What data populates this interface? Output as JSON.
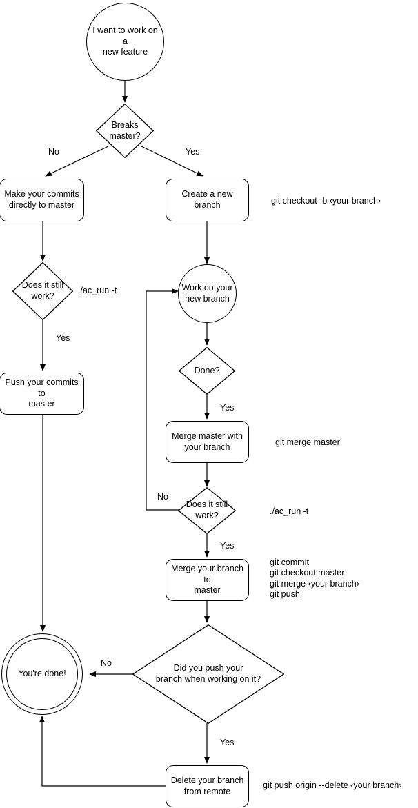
{
  "diagram": {
    "title": "Git branching workflow flowchart",
    "stroke_color": "#000000",
    "background_color": "#ffffff",
    "text_color": "#000000"
  },
  "nodes": {
    "start": {
      "label": "I want to work on a\nnew feature",
      "shape": "circle"
    },
    "breaks_master": {
      "label": "Breaks\nmaster?",
      "shape": "diamond"
    },
    "commits_to_master": {
      "label": "Make your commits\ndirectly to master",
      "shape": "rounded-rect"
    },
    "create_branch": {
      "label": "Create a new branch",
      "shape": "rounded-rect"
    },
    "does_it_work_left": {
      "label": "Does it still\nwork?",
      "shape": "diamond"
    },
    "push_commits": {
      "label": "Push your commits to\nmaster",
      "shape": "rounded-rect"
    },
    "work_on_branch": {
      "label": "Work on your\nnew branch",
      "shape": "circle"
    },
    "done": {
      "label": "Done?",
      "shape": "diamond"
    },
    "merge_master": {
      "label": "Merge master with\nyour branch",
      "shape": "rounded-rect"
    },
    "does_it_work_right": {
      "label": "Does it still\nwork?",
      "shape": "diamond"
    },
    "merge_branch": {
      "label": "Merge your branch to\nmaster",
      "shape": "rounded-rect"
    },
    "did_you_push": {
      "label": "Did you push your\nbranch when working on it?",
      "shape": "diamond"
    },
    "delete_branch": {
      "label": "Delete your branch\nfrom remote",
      "shape": "rounded-rect"
    },
    "youre_done": {
      "label": "You're done!",
      "shape": "double-circle"
    }
  },
  "edge_labels": {
    "breaks_no": "No",
    "breaks_yes": "Yes",
    "work_left_yes": "Yes",
    "done_yes": "Yes",
    "work_right_no": "No",
    "work_right_yes": "Yes",
    "push_no": "No",
    "push_yes": "Yes"
  },
  "annotations": {
    "create_branch_cmd": "git checkout -b ‹your branch›",
    "test_left_cmd": "./ac_run -t",
    "merge_master_cmd": "git merge master",
    "test_right_cmd": "./ac_run -t",
    "merge_branch_cmd": "git commit\ngit checkout master\ngit merge ‹your branch›\ngit push",
    "delete_branch_cmd": "git push origin --delete ‹your branch›"
  }
}
